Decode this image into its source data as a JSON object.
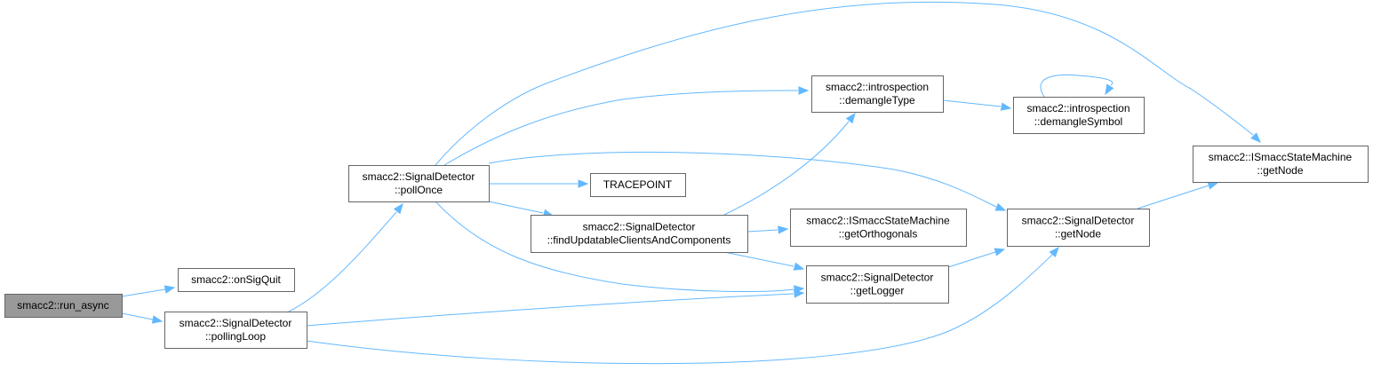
{
  "colors": {
    "node_fill": "#ffffff",
    "root_fill": "#999999",
    "node_border": "#666666",
    "edge": "#63b8ff"
  },
  "nodes": {
    "run_async": {
      "lines": [
        "smacc2::run_async"
      ]
    },
    "onSigQuit": {
      "lines": [
        "smacc2::onSigQuit"
      ]
    },
    "pollingLoop": {
      "lines": [
        "smacc2::SignalDetector",
        "::pollingLoop"
      ]
    },
    "pollOnce": {
      "lines": [
        "smacc2::SignalDetector",
        "::pollOnce"
      ]
    },
    "demangleType": {
      "lines": [
        "smacc2::introspection",
        "::demangleType"
      ]
    },
    "tracepoint": {
      "lines": [
        "TRACEPOINT"
      ]
    },
    "findUpdatable": {
      "lines": [
        "smacc2::SignalDetector",
        "::findUpdatableClientsAndComponents"
      ]
    },
    "demangleSymbol": {
      "lines": [
        "smacc2::introspection",
        "::demangleSymbol"
      ]
    },
    "getOrthogonals": {
      "lines": [
        "smacc2::ISmaccStateMachine",
        "::getOrthogonals"
      ]
    },
    "getLogger": {
      "lines": [
        "smacc2::SignalDetector",
        "::getLogger"
      ]
    },
    "sdGetNode": {
      "lines": [
        "smacc2::SignalDetector",
        "::getNode"
      ]
    },
    "ismGetNode": {
      "lines": [
        "smacc2::ISmaccStateMachine",
        "::getNode"
      ]
    }
  }
}
